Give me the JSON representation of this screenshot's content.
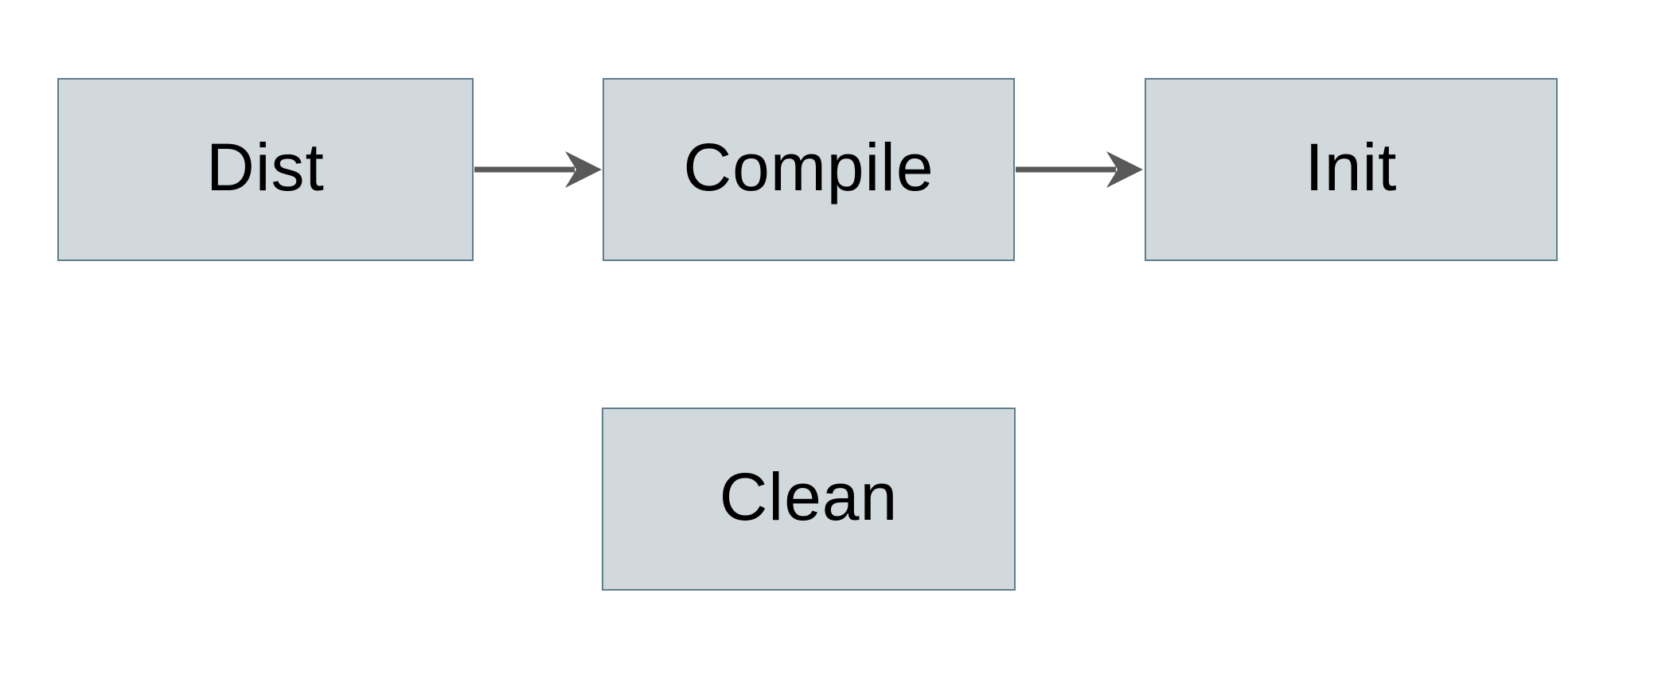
{
  "diagram": {
    "title": "build-tasks-flowchart",
    "nodes": [
      {
        "id": "dist",
        "label": "Dist"
      },
      {
        "id": "compile",
        "label": "Compile"
      },
      {
        "id": "init",
        "label": "Init"
      },
      {
        "id": "clean",
        "label": "Clean"
      }
    ],
    "edges": [
      {
        "from": "dist",
        "to": "compile",
        "direction": "right"
      },
      {
        "from": "compile",
        "to": "init",
        "direction": "right"
      }
    ],
    "colors": {
      "background": "#ffffff",
      "node_fill": "#d2d9dc",
      "node_border": "#5f7d8c",
      "arrow": "#595959",
      "label_text": "#000000"
    }
  }
}
